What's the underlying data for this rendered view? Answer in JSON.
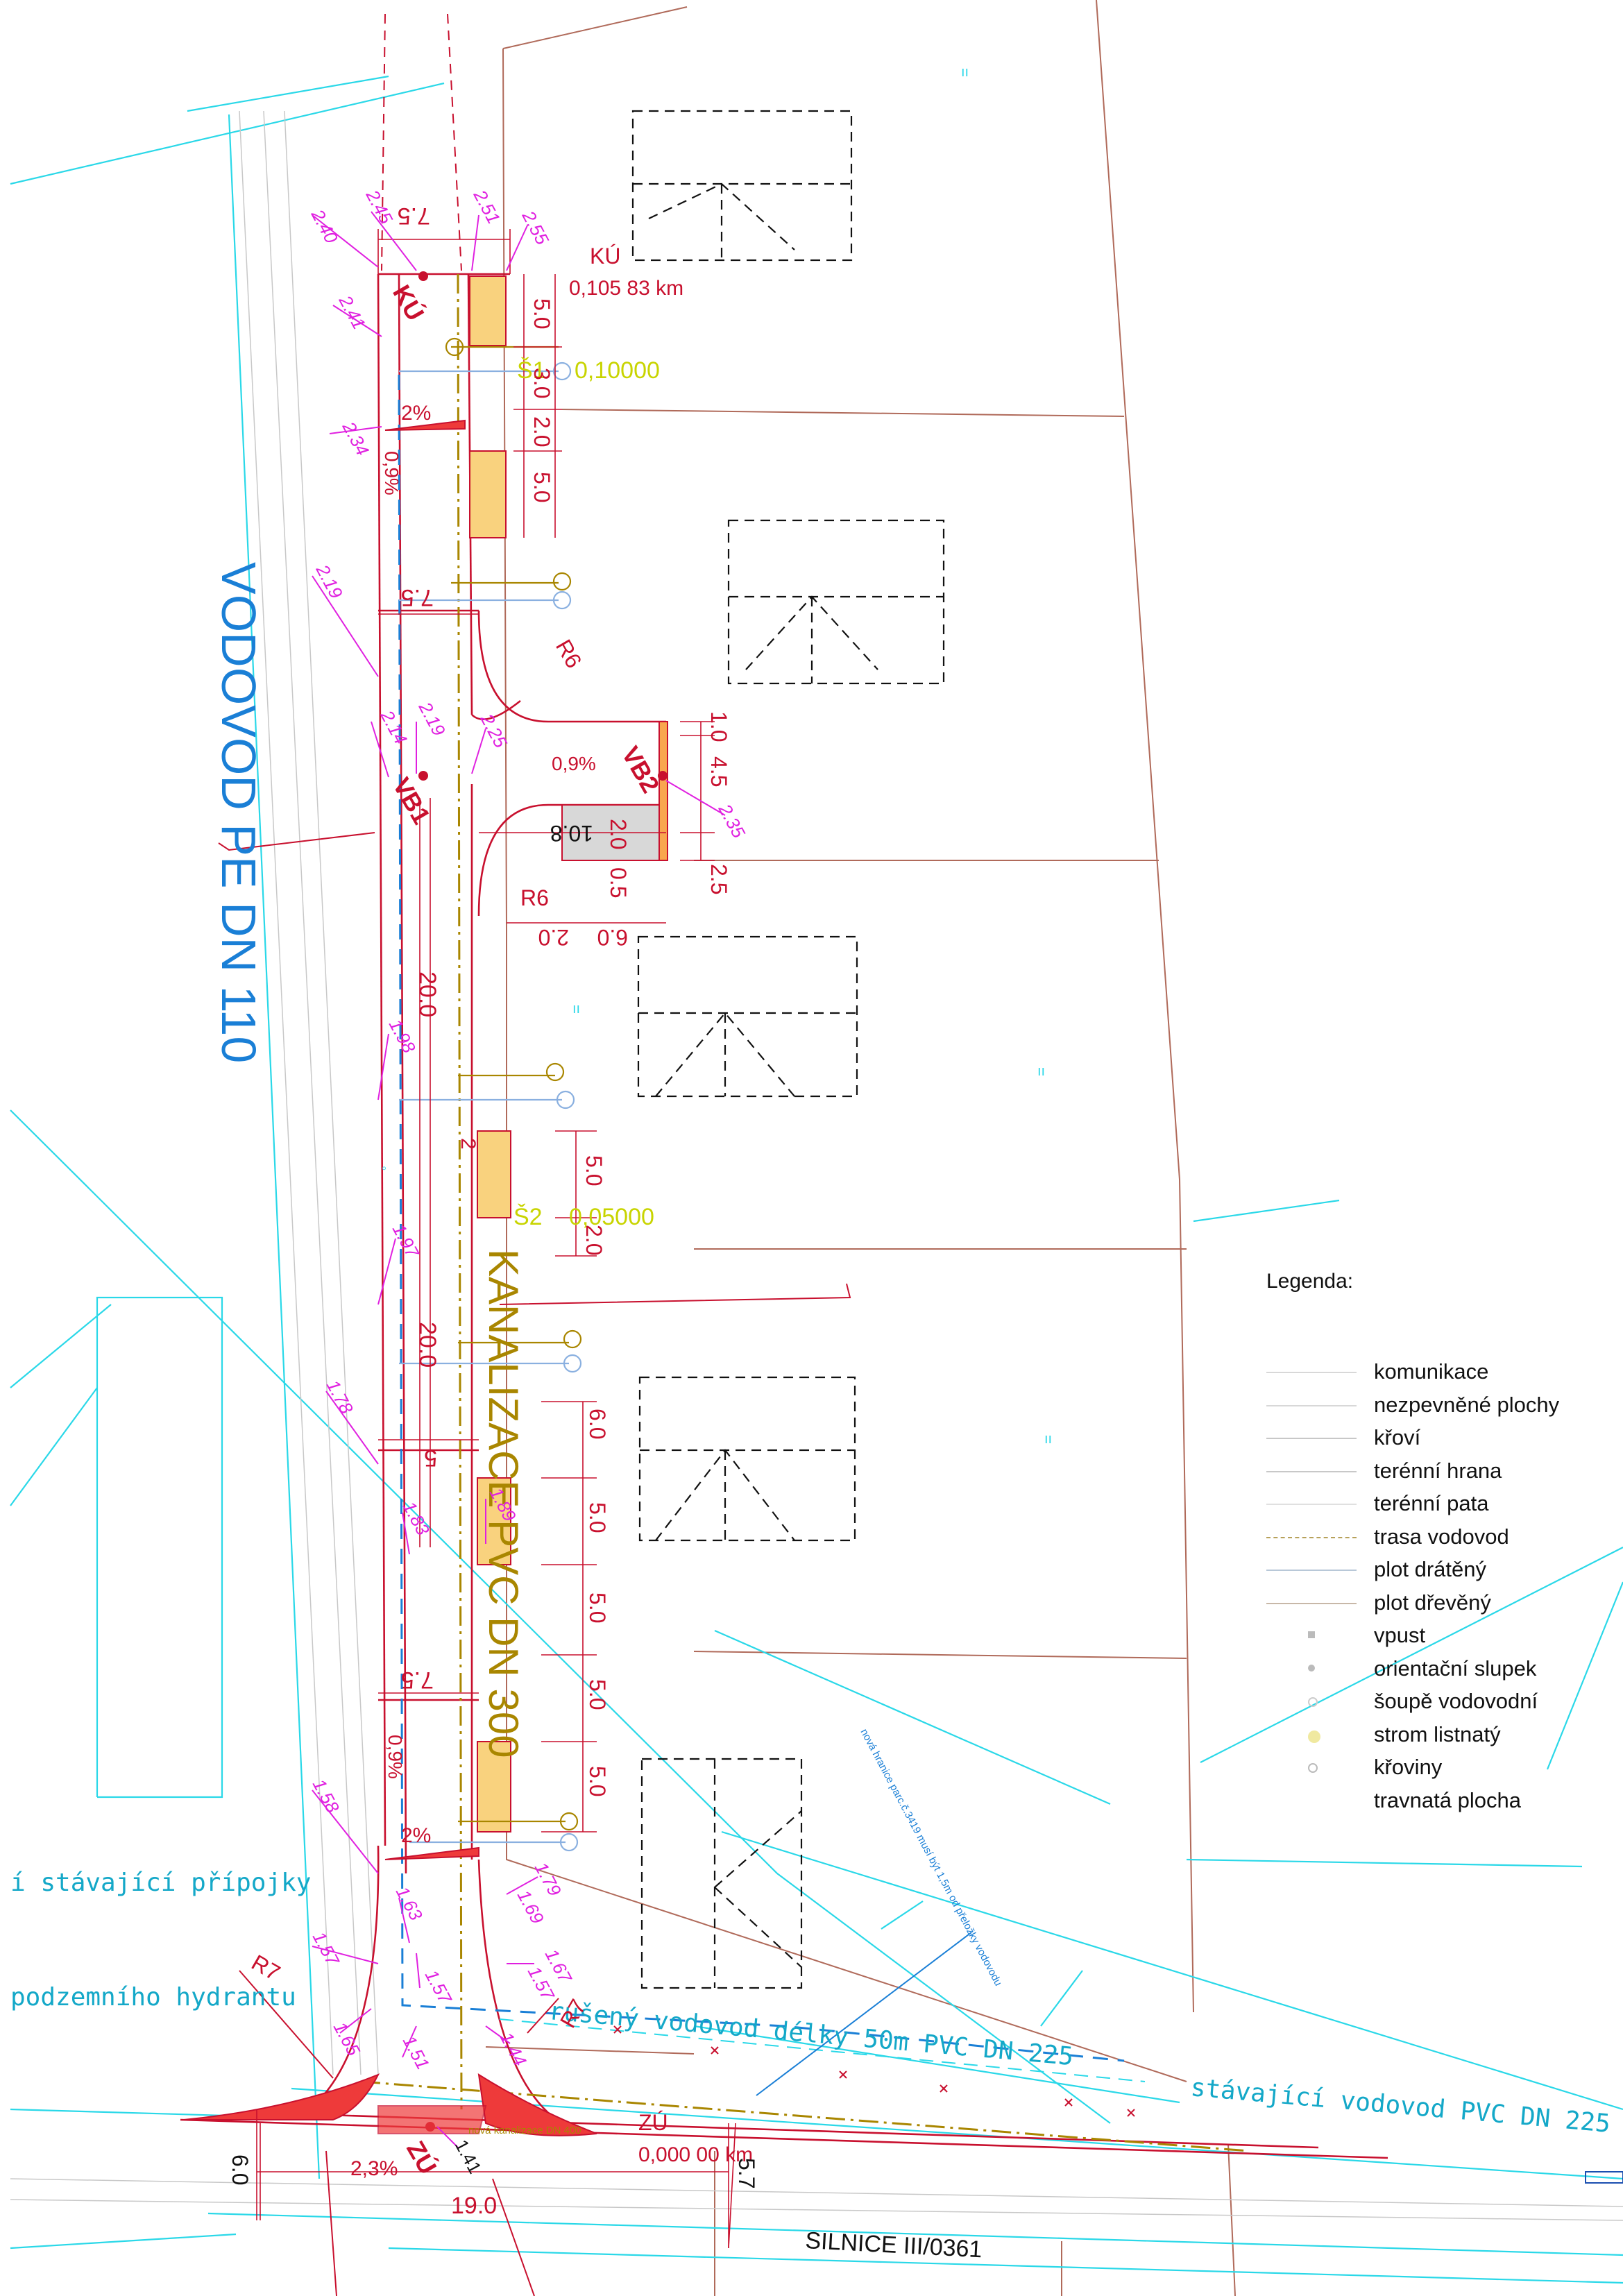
{
  "labels": {
    "vodovod_pe": "VODOVOD PE DN 110",
    "kanalizace": "KANALIZACE PVC DN 300",
    "silnice": "SILNICE III/0361",
    "stavajici_pripojky": "í stávající přípojky",
    "podzemni_hydrant": "podzemního hydrantu",
    "ruseny_vodovod": "rušený vodovod délky 50m PVC DN 225",
    "stavajici_vodovod": "stávající vodovod PVC DN 225",
    "nova_kanalizace": "nová kanalizace DN 400",
    "nova_hranice": "nová hranice parc.č.3419 musí být 1,5m od přeložky vodovodu"
  },
  "stations": {
    "ku_name": "KÚ",
    "ku_value": "0,105 83 km",
    "zu_name": "ZÚ",
    "zu_value": "0,000 00 km",
    "vb1": "VB1",
    "vb2": "VB2",
    "s1": "Š1",
    "s1_value": "0,10000",
    "s2": "Š2",
    "s2_value": "0,05000"
  },
  "slopes": {
    "top_cross": "2%",
    "top_long": "0,9%",
    "branch": "0,9%",
    "bottom_long": "0,9%",
    "bottom_cross": "2%",
    "junction": "2,3%"
  },
  "dimensions": {
    "width_top": "7.5",
    "width_mid1": "7.5",
    "width_mid2": "5",
    "width_bottom": "7.5",
    "road_width": "6.0",
    "base_length": "19.0",
    "right_width": "5.7",
    "branch_length": "10.8",
    "branch_offset": "2.0",
    "branch_lane": "0.5",
    "branch_bottom": "6.0",
    "branch_bottom2": "2.0",
    "branch_w1": "1.0",
    "branch_w2": "4.5",
    "branch_w3": "2.5",
    "len_20a": "20.0",
    "len_20b": "20.0",
    "radius_a": "R6",
    "radius_b": "R6",
    "radius_c": "R7",
    "radius_d": "R7",
    "top_park": [
      "5.0",
      "3.0",
      "2.0",
      "5.0"
    ],
    "mid_park": [
      "5.0",
      "2.0"
    ],
    "low_park": [
      "6.0",
      "5.0",
      "5.0",
      "5.0",
      "5.0"
    ],
    "small_lane": "2"
  },
  "elevations": [
    "2.40",
    "2.45",
    "2.51",
    "2.55",
    "2.41",
    "2.34",
    "2.19",
    "2.14",
    "2.19",
    "2.25",
    "2.35",
    "1.98",
    "1.97",
    "1.78",
    "1.83",
    "1.89",
    "1.58",
    "1.57",
    "1.63",
    "1.57",
    "1.79",
    "1.69",
    "1.67",
    "1.57",
    "1.65",
    "1.51",
    "1.44",
    "1.41"
  ],
  "legend": {
    "title": "Legenda:",
    "items": [
      {
        "label": "komunikace",
        "color": "#d8d8d8",
        "style": "solid"
      },
      {
        "label": "nezpevněné plochy",
        "color": "#d8d8d8",
        "style": "solid"
      },
      {
        "label": "křoví",
        "color": "#c8c8c8",
        "style": "solid"
      },
      {
        "label": "terénní hrana",
        "color": "#c8c8c8",
        "style": "solid"
      },
      {
        "label": "terénní pata",
        "color": "#e0e0e0",
        "style": "solid"
      },
      {
        "label": "trasa vodovod",
        "color": "#b7a15a",
        "style": "dashed"
      },
      {
        "label": "plot drátěný",
        "color": "#b8c8d8",
        "style": "solid"
      },
      {
        "label": "plot dřevěný",
        "color": "#c8b8a8",
        "style": "solid"
      },
      {
        "label": "vpust",
        "color": "#bbbbbb",
        "style": "square"
      },
      {
        "label": "orientační slupek",
        "color": "#bbbbbb",
        "style": "dot"
      },
      {
        "label": "šoupě vodovodní",
        "color": "#cccccc",
        "style": "circle"
      },
      {
        "label": "strom listnatý",
        "color": "#f0e9a0",
        "style": "tree"
      },
      {
        "label": "křoviny",
        "color": "#bbbbbb",
        "style": "ring"
      },
      {
        "label": "travnatá plocha",
        "color": "#dddddd",
        "style": "none"
      }
    ]
  }
}
